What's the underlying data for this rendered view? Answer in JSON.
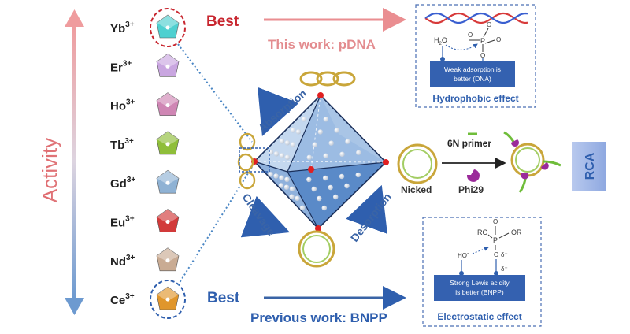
{
  "activity_axis": {
    "label": "Activity"
  },
  "ions": [
    {
      "base": "Yb",
      "charge": "3+",
      "color": "#4fd0d0"
    },
    {
      "base": "Er",
      "charge": "3+",
      "color": "#c9a6e0"
    },
    {
      "base": "Ho",
      "charge": "3+",
      "color": "#cf86b4"
    },
    {
      "base": "Tb",
      "charge": "3+",
      "color": "#8fbe3a"
    },
    {
      "base": "Gd",
      "charge": "3+",
      "color": "#8fb2d4"
    },
    {
      "base": "Eu",
      "charge": "3+",
      "color": "#d23a3a"
    },
    {
      "base": "Nd",
      "charge": "3+",
      "color": "#c9ab93"
    },
    {
      "base": "Ce",
      "charge": "3+",
      "color": "#e0962c"
    }
  ],
  "top": {
    "best": "Best",
    "work": "This work: pDNA"
  },
  "bottom": {
    "best": "Best",
    "work": "Previous work: BNPP"
  },
  "cycle": {
    "absorption": "Absorption",
    "cleavage": "Cleavage",
    "desorption": "Desorption"
  },
  "nicked": {
    "label": "Nicked",
    "primer": "6N primer",
    "enzyme": "Phi29",
    "rca": "RCA"
  },
  "hydrophobic_box": {
    "water": "H",
    "water_sub": "2",
    "water_end": "O",
    "phosphate_p": "P",
    "phosphate_o": "O",
    "surface_line1": "Weak adsorption is",
    "surface_line2": "better (DNA)",
    "caption": "Hydrophobic effect"
  },
  "electrostatic_box": {
    "ro": "RO",
    "or": "OR",
    "p": "P",
    "o": "O",
    "ho": "HO",
    "ho_charge": "-",
    "delta_minus": "δ⁻",
    "delta_plus": "δ⁺",
    "surface_line1": "Strong Lewis acidity",
    "surface_line2": "is better (BNPP)",
    "caption": "Electrostatic effect"
  },
  "colors": {
    "red": "#c8262f",
    "pink": "#ea8e91",
    "blue": "#2f5fae",
    "steel": "#3a64a6",
    "dna_red": "#d73a3a",
    "dna_blue": "#3a5fd0",
    "ring": "#c9a63a",
    "ring_inner": "#a3cd63",
    "purple": "#9b2a9a"
  }
}
